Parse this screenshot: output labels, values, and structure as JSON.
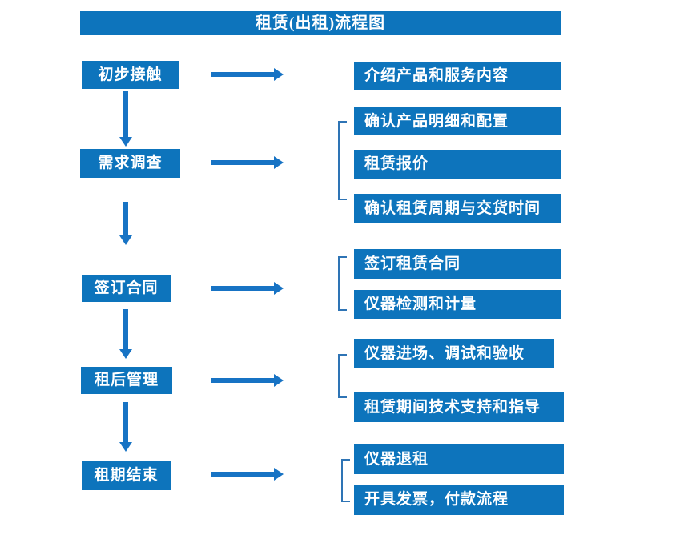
{
  "title": "租赁(出租)流程图",
  "colors": {
    "box_blue": "#0d74bc",
    "arrow_blue": "#1773c4",
    "bracket_blue": "#2e74b5",
    "text_white": "#ffffff",
    "bg": "#ffffff"
  },
  "steps": [
    {
      "label": "初步接触",
      "outputs": [
        "介绍产品和服务内容"
      ]
    },
    {
      "label": "需求调查",
      "outputs": [
        "确认产品明细和配置",
        "租赁报价",
        "确认租赁周期与交货时间"
      ]
    },
    {
      "label": "签订合同",
      "outputs": [
        "签订租赁合同",
        "仪器检测和计量"
      ]
    },
    {
      "label": "租后管理",
      "outputs": [
        "仪器进场、调试和验收",
        "租赁期间技术支持和指导"
      ]
    },
    {
      "label": "租期结束",
      "outputs": [
        "仪器退租",
        "开具发票，付款流程"
      ]
    }
  ]
}
